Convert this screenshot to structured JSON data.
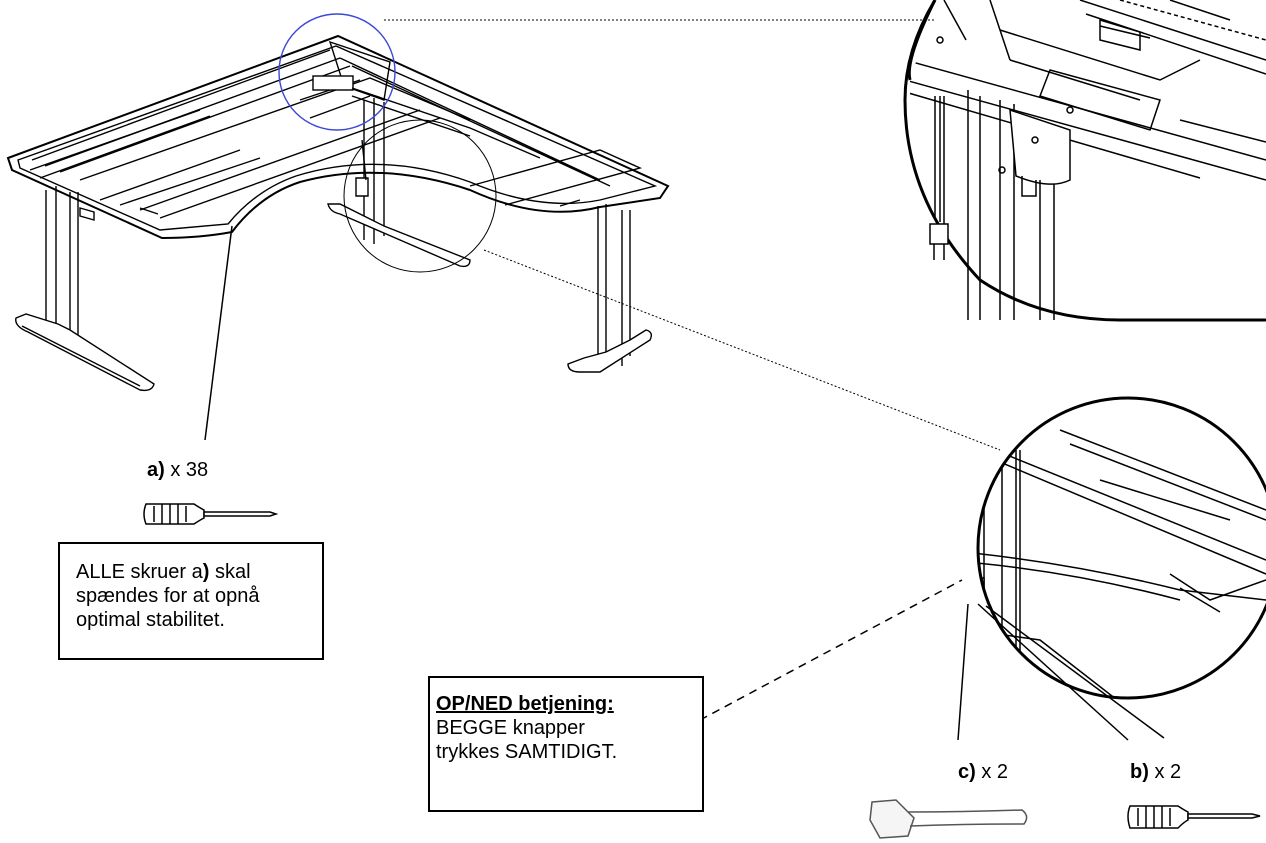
{
  "labels": {
    "a_letter": "a)",
    "a_qty": " x 38",
    "b_letter": "b)",
    "b_qty": " x 2",
    "c_letter": "c)",
    "c_qty": " x 2"
  },
  "note_screws": {
    "line1": "ALLE skruer a",
    "line1_bold": ")",
    "line1_end": " skal",
    "line2": "spændes for at opnå",
    "line3": "optimal stabilitet."
  },
  "note_control": {
    "heading": "OP/NED betjening:",
    "line1": "BEGGE knapper",
    "line2": "trykkes SAMTIDIGT."
  },
  "colors": {
    "lines": "#000000",
    "highlight_circle": "#3b48d8"
  },
  "icons": [
    "screwdriver-icon",
    "hex-key-icon",
    "power-plug-icon"
  ]
}
